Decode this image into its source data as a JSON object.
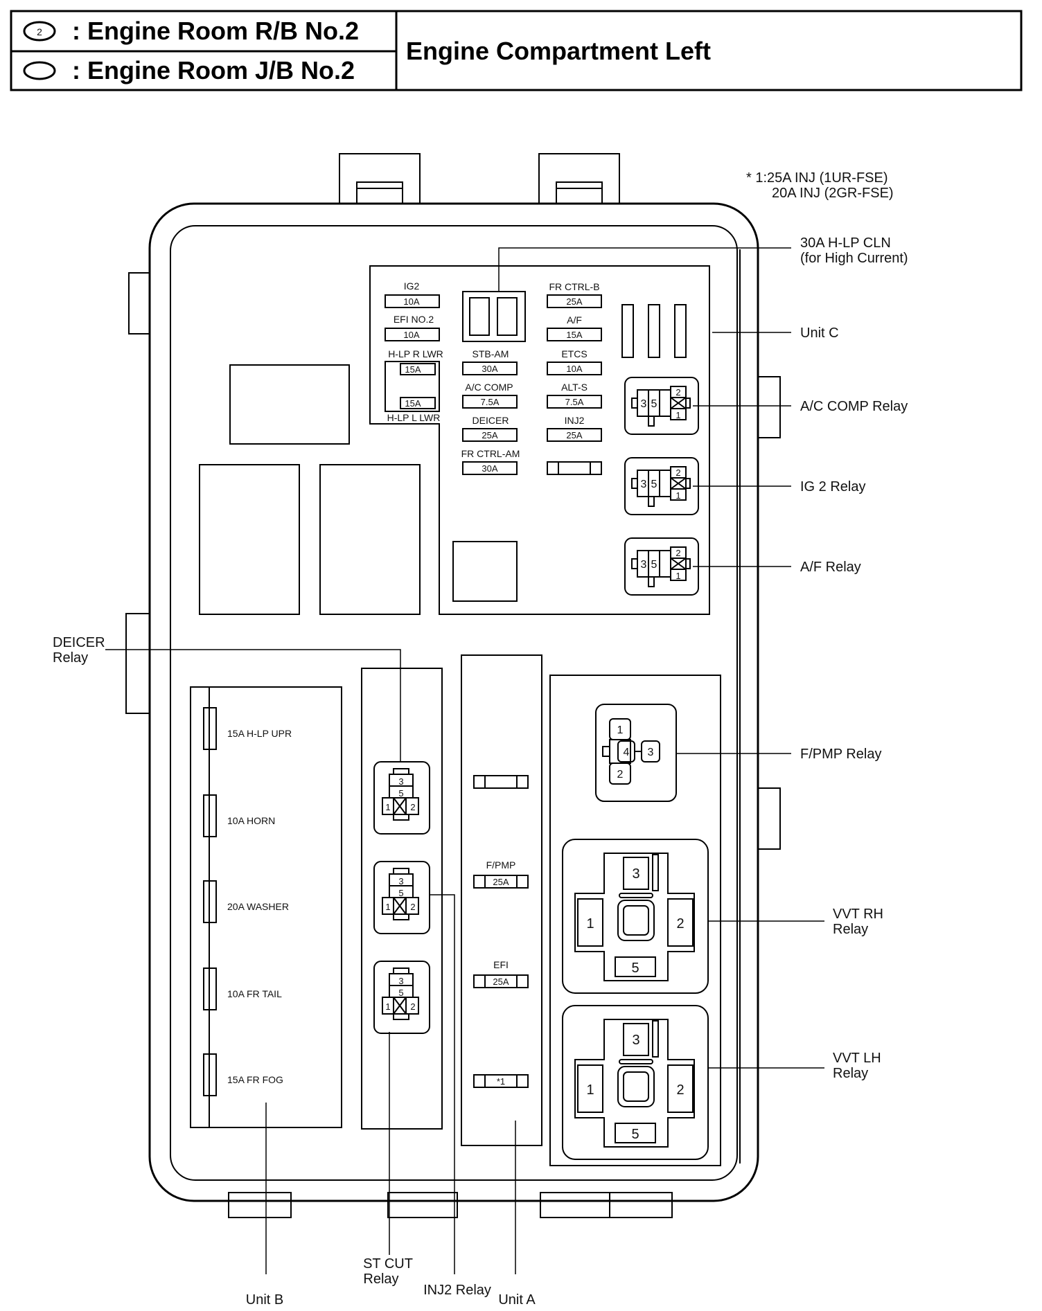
{
  "header": {
    "legend_rb": ": Engine Room R/B No.2",
    "legend_rb_symbol": "2",
    "legend_jb": ": Engine Room J/B No.2",
    "title": "Engine Compartment Left"
  },
  "footnote": {
    "line1": "* 1:25A INJ (1UR-FSE)",
    "line2": "20A INJ (2GR-FSE)"
  },
  "callouts": {
    "hlp_cln_1": "30A H-LP CLN",
    "hlp_cln_2": "(for High Current)",
    "unit_c": "Unit C",
    "ac_comp_relay": "A/C COMP Relay",
    "ig2_relay": "IG 2 Relay",
    "af_relay": "A/F Relay",
    "deicer_relay_1": "DEICER",
    "deicer_relay_2": "Relay",
    "fpmp_relay": "F/PMP Relay",
    "vvt_rh_1": "VVT RH",
    "vvt_rh_2": "Relay",
    "vvt_lh_1": "VVT LH",
    "vvt_lh_2": "Relay",
    "unit_b": "Unit B",
    "st_cut_1": "ST CUT",
    "st_cut_2": "Relay",
    "inj2_relay": "INJ2 Relay",
    "unit_a": "Unit A"
  },
  "fuses_col1": {
    "ig2_name": "IG2",
    "ig2_amp": "10A",
    "efi2_name": "EFI NO.2",
    "efi2_amp": "10A",
    "hlpr_name": "H-LP R LWR",
    "hlpr_amp": "15A",
    "hlpl_amp": "15A",
    "hlpl_name": "H-LP L LWR"
  },
  "fuses_col2": {
    "stb_name": "STB-AM",
    "stb_amp": "30A",
    "ac_name": "A/C COMP",
    "ac_amp": "7.5A",
    "deicer_name": "DEICER",
    "deicer_amp": "25A",
    "frctrl_name": "FR CTRL-AM",
    "frctrl_amp": "30A"
  },
  "fuses_col3": {
    "frb_name": "FR CTRL-B",
    "frb_amp": "25A",
    "af_name": "A/F",
    "af_amp": "15A",
    "etcs_name": "ETCS",
    "etcs_amp": "10A",
    "alts_name": "ALT-S",
    "alts_amp": "7.5A",
    "inj2_name": "INJ2",
    "inj2_amp": "25A"
  },
  "unit_b_fuses": {
    "f1": "15A H-LP UPR",
    "f2": "10A HORN",
    "f3": "20A WASHER",
    "f4": "10A FR TAIL",
    "f5": "15A FR FOG"
  },
  "unit_a_fuses": {
    "fpmp_name": "F/PMP",
    "fpmp_amp": "25A",
    "efi_name": "EFI",
    "efi_amp": "25A",
    "star_amp": "*1"
  },
  "relay_pins": {
    "p1": "1",
    "p2": "2",
    "p3": "3",
    "p4": "4",
    "p5": "5"
  }
}
